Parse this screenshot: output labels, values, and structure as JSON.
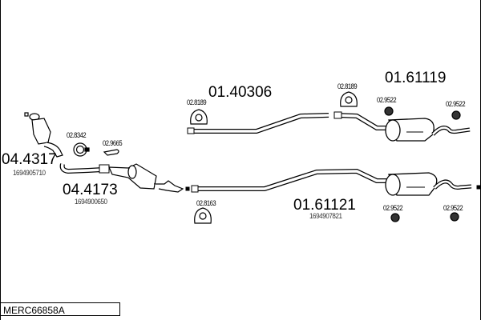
{
  "diagram_code": "MERC66858A",
  "parts": [
    {
      "number": "04.4317",
      "oe": "1694905710"
    },
    {
      "number": "04.4173",
      "oe": "1694900650"
    },
    {
      "number": "01.40306"
    },
    {
      "number": "01.61119"
    },
    {
      "number": "01.61121",
      "oe": "1694907821"
    }
  ],
  "fittings": [
    "02.8342",
    "02.9665",
    "02.8189",
    "02.8189",
    "02.9522",
    "02.9522",
    "02.8163",
    "02.9522",
    "02.9522"
  ]
}
